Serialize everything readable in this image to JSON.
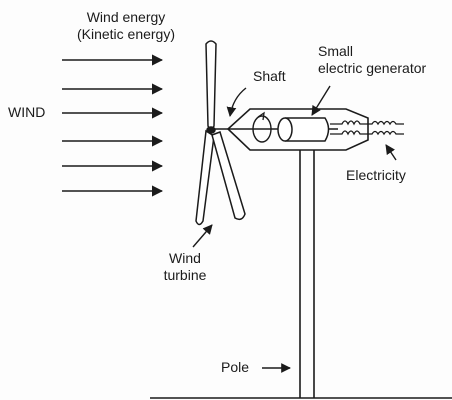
{
  "labels": {
    "wind_energy": [
      "Wind energy",
      "(Kinetic energy)"
    ],
    "wind": "WIND",
    "shaft": "Shaft",
    "generator": [
      "Small",
      "electric generator"
    ],
    "electricity": "Electricity",
    "turbine": [
      "Wind",
      "turbine"
    ],
    "pole": "Pole"
  },
  "colors": {
    "ink": "#1b1b1b",
    "paper": "#fdfdfd"
  }
}
